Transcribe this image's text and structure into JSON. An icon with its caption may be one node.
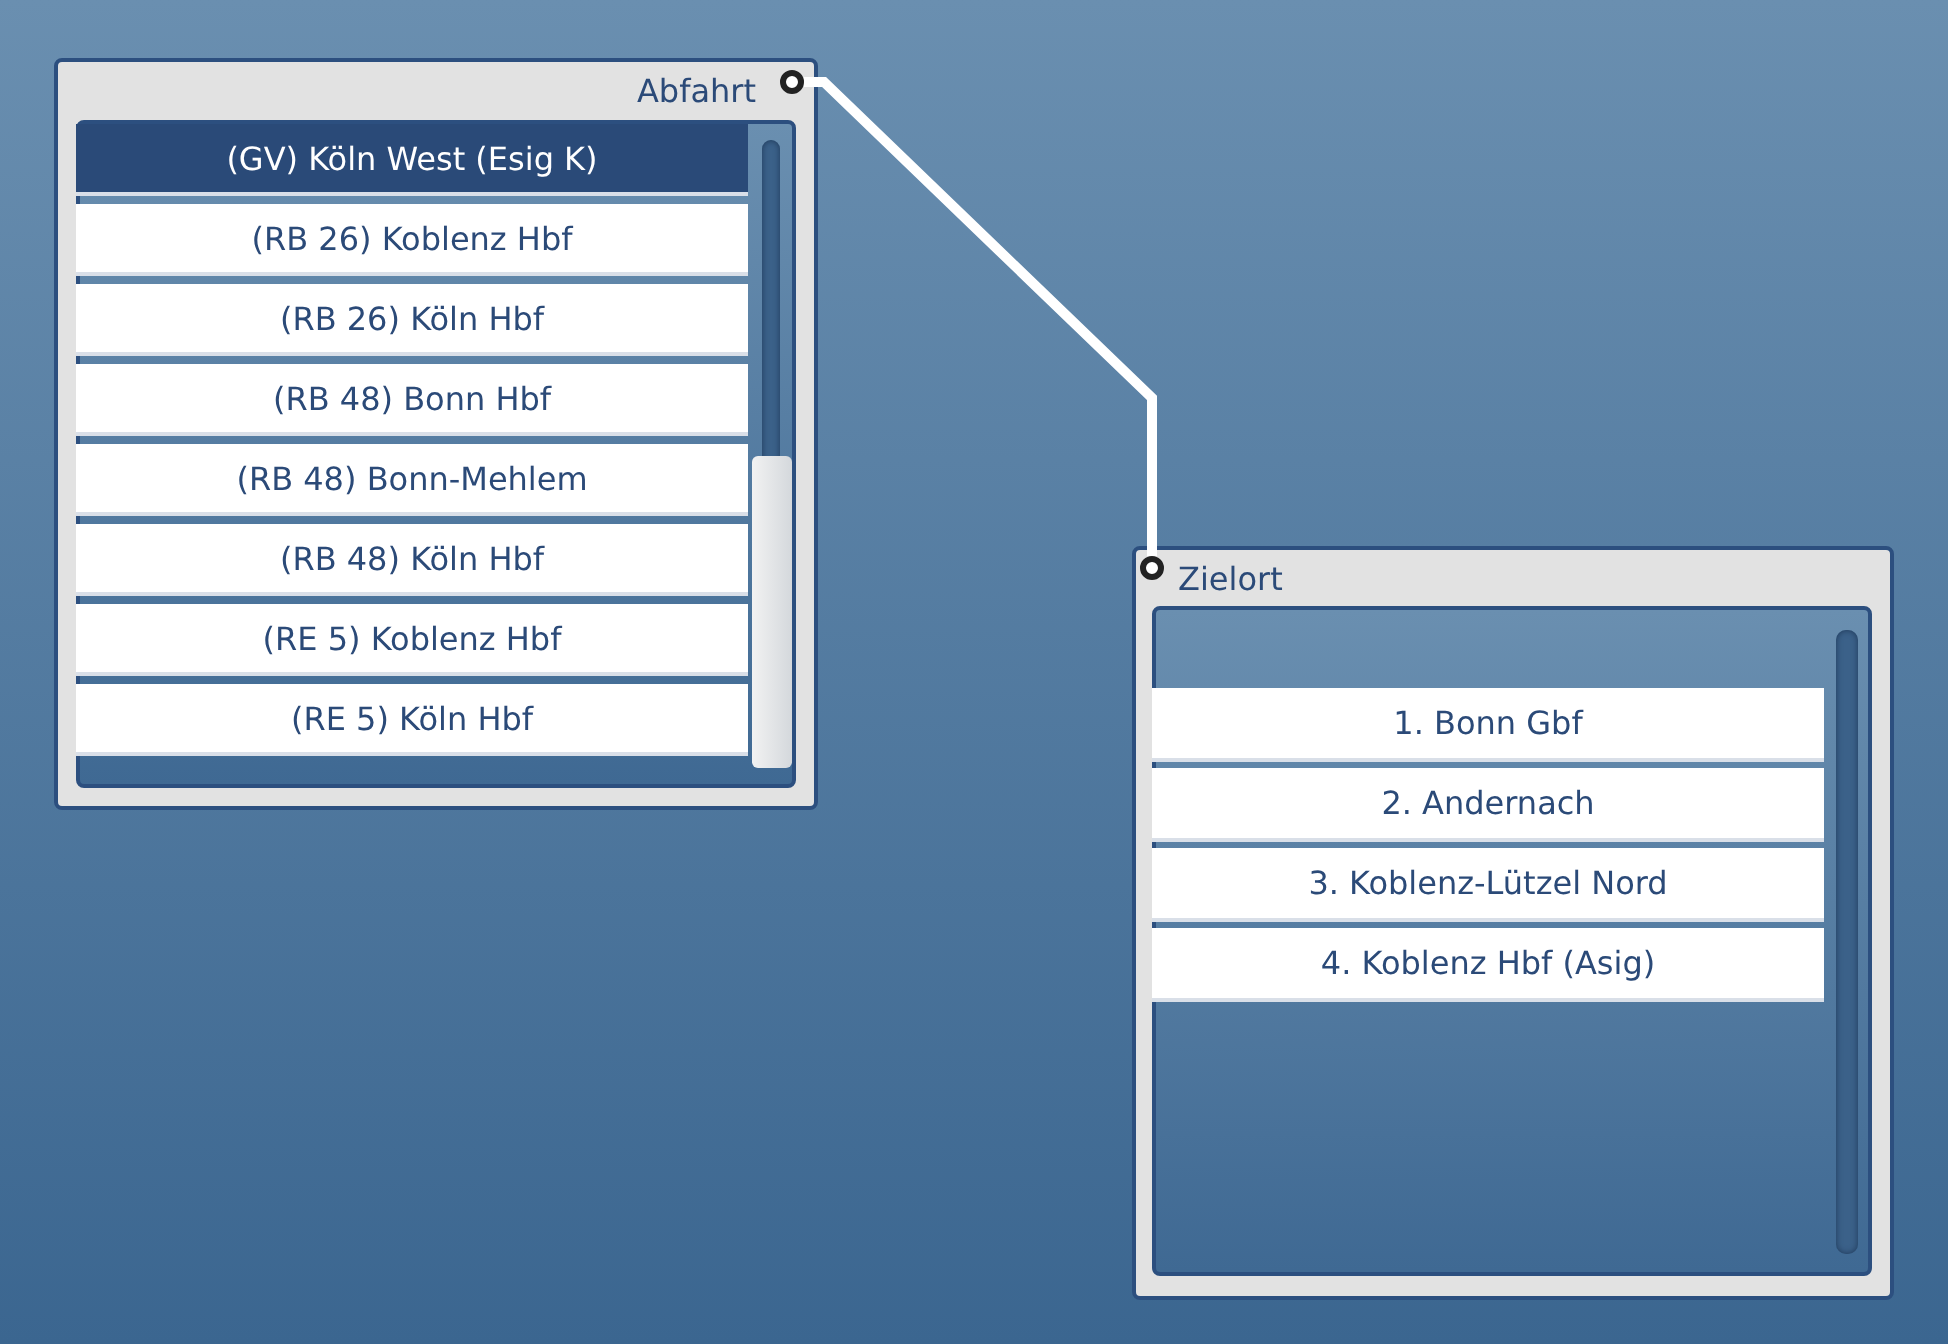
{
  "diagram": {
    "nodes": [
      {
        "text": [
          "Abfahrt"
        ]
      },
      {
        "text": [],
        "shape": "circle",
        "in": 0
      },
      {
        "text": [
          "(GV) Köln West (Esig K)"
        ],
        "in": 0
      },
      {
        "text": [
          "(RB 26) Koblenz Hbf"
        ],
        "in": 0
      },
      {
        "text": [
          "(RB 26) Köln Hbf"
        ],
        "in": 0
      },
      {
        "text": [
          "(RB 48) Bonn Hbf"
        ],
        "in": 0
      },
      {
        "text": [
          "(RB 48) Bonn-Mehlem"
        ],
        "in": 0
      },
      {
        "text": [
          "(RB 48) Köln Hbf"
        ],
        "in": 0
      },
      {
        "text": [
          "(RE 5) Koblenz Hbf"
        ],
        "in": 0
      },
      {
        "text": [
          "(RE 5) Köln Hbf"
        ],
        "in": 0
      },
      {
        "text": [
          "Zielort"
        ]
      },
      {
        "text": [],
        "shape": "circle",
        "in": 10
      },
      {
        "text": [
          "1. Bonn Gbf"
        ],
        "in": 10
      },
      {
        "text": [
          "2. Andernach"
        ],
        "in": 10
      },
      {
        "text": [
          "3. Koblenz-Lützel Nord"
        ],
        "in": 10
      },
      {
        "text": [
          "4. Koblenz Hbf (Asig)"
        ],
        "in": 10
      }
    ],
    "edges": [
      {
        "from": 1,
        "to": 11,
        "arrow": "none",
        "color": "#ffffff"
      }
    ]
  }
}
